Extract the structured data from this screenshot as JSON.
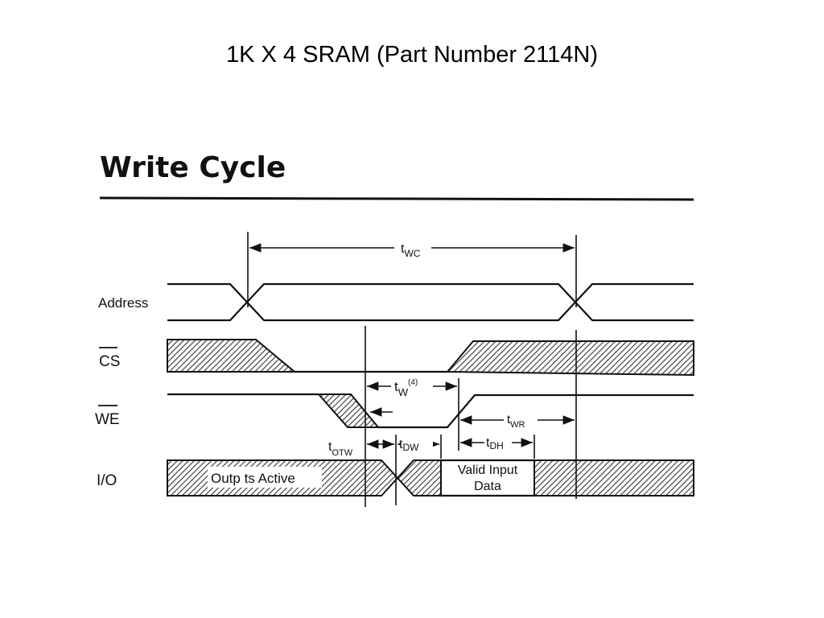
{
  "slide": {
    "title": "1K X 4 SRAM  (Part Number 2114N)"
  },
  "figure": {
    "heading": "Write Cycle",
    "signals": {
      "address": "Address",
      "cs": "CS",
      "we": "WE",
      "io": "I/O"
    },
    "timings": {
      "t_wc": {
        "main": "t",
        "sub": "WC"
      },
      "t_w": {
        "main": "t",
        "sub": "W",
        "sup": "(4)"
      },
      "t_wr": {
        "main": "t",
        "sub": "WR"
      },
      "t_otw": {
        "main": "t",
        "sub": "OTW"
      },
      "t_dw": {
        "main": "t",
        "sub": "DW"
      },
      "t_dh": {
        "main": "t",
        "sub": "DH"
      }
    },
    "io_boxes": {
      "outputs_active": "Outp  ts Active",
      "valid_input_line1": "Valid Input",
      "valid_input_line2": "Data"
    }
  }
}
